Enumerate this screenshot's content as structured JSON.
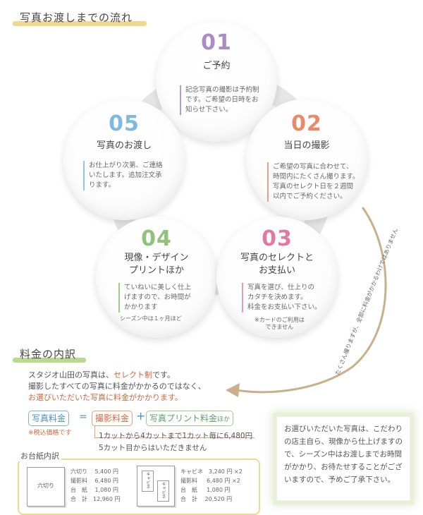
{
  "flow": {
    "heading": "写真お渡しまでの流れ",
    "steps": [
      {
        "num": "01",
        "title": "ご予約",
        "desc": "記念写真の撮影は予約制\nです。ご希望の日時をお\n知らせ下さい。",
        "color": "#a98cc4",
        "bar": "#b39bd0"
      },
      {
        "num": "02",
        "title": "当日の撮影",
        "desc": "ご希望の写真に合わせて、\n時間内にたくさん撮ります。\n写真のセレクト日を２週間\n以内でご予約ください。",
        "color": "#e88a6a",
        "bar": "#e8a088"
      },
      {
        "num": "03",
        "title": "写真のセレクトと\nお支払い",
        "desc": "写真を選び、仕上りの\nカタチを決めます。\n料金をお支払い下さい。",
        "note": "※カードのご利用は\nできません",
        "color": "#e07a9e",
        "bar": "#e89ab5"
      },
      {
        "num": "04",
        "title": "現像・デザイン\nプリントほか",
        "desc": "ていねいに美しく仕上\nげますので、お時間が\nかかります",
        "note": "シーズン中は１ヶ月ほど",
        "color": "#8fc27a",
        "bar": "#9fcc8a"
      },
      {
        "num": "05",
        "title": "写真のお渡し",
        "desc": "お仕上がり次第、ご連絡\nいたします。追加注文承\nります。",
        "color": "#7fb8e0",
        "bar": "#92c4e6"
      }
    ],
    "arrow_text": "たくさん撮りますが、全部に料金がかかるわけではありません"
  },
  "price": {
    "heading": "料金の内訳",
    "intro_1": "スタジオ山田の写真は、",
    "intro_1_em": "セレクト制",
    "intro_1_end": "です。",
    "intro_2": "撮影したすべての写真に料金がかかるのではなく、",
    "intro_3": "お選びいただいた写真に料金がかかります。",
    "total_label": "写真料金",
    "total_note": "※税込価格です",
    "equals": "=",
    "shoot_label": "撮影料金",
    "plus": "+",
    "print_label": "写真プリント料金",
    "print_suffix": "ほか",
    "line_1": "1カットから4カットまで1カット毎に6,480円",
    "line_2": "5カット目からはいただきません"
  },
  "album": {
    "heading": "お台紙内訳",
    "thumb_label": "六切り",
    "table_1": "六切り　 5,400 円\n撮影料　 6,480 円\n台　紙　 1,080 円\n合　計　12,960 円",
    "cab_1": "キャビネ",
    "cab_2": "キャビネ",
    "table_2": "キャビネ　3,240 円 ×2\n撮影料　  6,480 円 ×2\n台　紙　  1,080 円\n合　計　 20,520 円"
  },
  "side_note": "お選びいただいた写真は、こだわりの店主自ら、現像から仕上げますので、シーズン中はお渡しまでお時間がかかり、お待たせすることがございますので、予めご了承下さい。"
}
